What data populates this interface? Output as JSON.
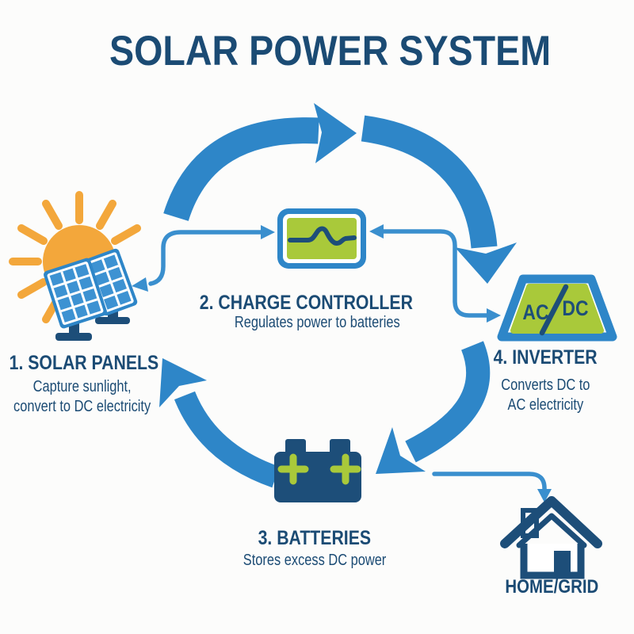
{
  "title": "SOLAR POWER SYSTEM",
  "colors": {
    "arrow_blue": "#2E86C8",
    "navy_text": "#1B4B74",
    "icon_navy": "#1D4E79",
    "green": "#A9C93A",
    "sun_orange": "#F3A73B",
    "panel_cell_blue": "#3D92D2",
    "background": "#FCFCFB"
  },
  "nodes": {
    "solar_panels": {
      "label": "1. SOLAR PANELS",
      "desc": [
        "Capture sunlight,",
        "convert to DC electricity"
      ]
    },
    "charge_controller": {
      "label": "2. CHARGE CONTROLLER",
      "desc": [
        "Regulates power to batteries"
      ]
    },
    "batteries": {
      "label": "3. BATTERIES",
      "desc": [
        "Stores excess DC power"
      ]
    },
    "inverter": {
      "label": "4. INVERTER",
      "desc": [
        "Converts DC to",
        "AC electricity"
      ],
      "icon_text_left": "AC",
      "icon_text_right": "DC"
    },
    "home_grid": {
      "label": "HOME/GRID"
    }
  }
}
